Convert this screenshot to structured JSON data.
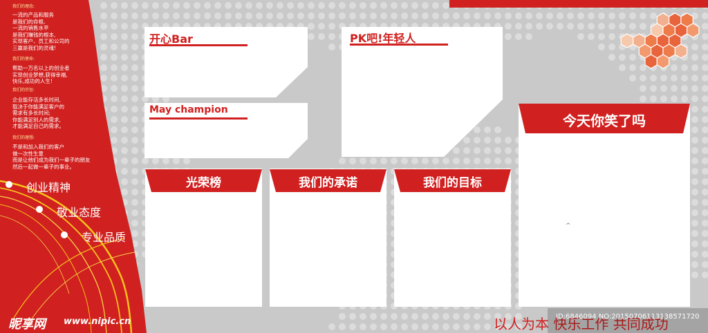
{
  "left_panel": {
    "sections": [
      {
        "heading": "我们的理念:",
        "body": "一流的产品和服务\n是我们的命根,\n一流的销售水平\n是我们赚钱的根本,\n实现客户、员工和公司的\n三赢是我们的灵魂!"
      },
      {
        "heading": "我们的使命:",
        "body": "帮助一万名以上的创业者\n实现创业梦想,获得幸福,\n快乐,成功的人生!"
      },
      {
        "heading": "我们的宗旨:",
        "body": "企业能存活多长时间,\n取决于你能满足客户的\n需求有多长时间;\n你能满足别人的需求,\n才能满足自己的需求。"
      },
      {
        "heading": "我们的理想:",
        "body": "不是和加入我们的客户\n做一次性生意\n而是让他们成为我们一辈子的朋友\n然后一起做一辈子的事业。"
      }
    ],
    "bullets": [
      "创业精神",
      "敬业态度",
      "专业品质"
    ]
  },
  "boards": {
    "happy_bar": "开心Bar",
    "may_champion": "May champion",
    "pk_title": "PK吧!年轻人",
    "honor_roll": "光荣榜",
    "our_promise": "我们的承诺",
    "our_goal": "我们的目标",
    "smile_today": "今天你笑了吗",
    "caret": "^"
  },
  "footer": {
    "slogan": "以人为本  快乐工作  共同成功",
    "id_text": "ID:6846094 NO:20150706113138571720",
    "logo_text": "昵享网",
    "site_url": "www.nipic.cn"
  },
  "colors": {
    "brand_red": "#d0201f",
    "panel_gray": "#c9c9c9",
    "dot_gray": "#dcdcdc",
    "hex_orange": "#e8643c"
  }
}
